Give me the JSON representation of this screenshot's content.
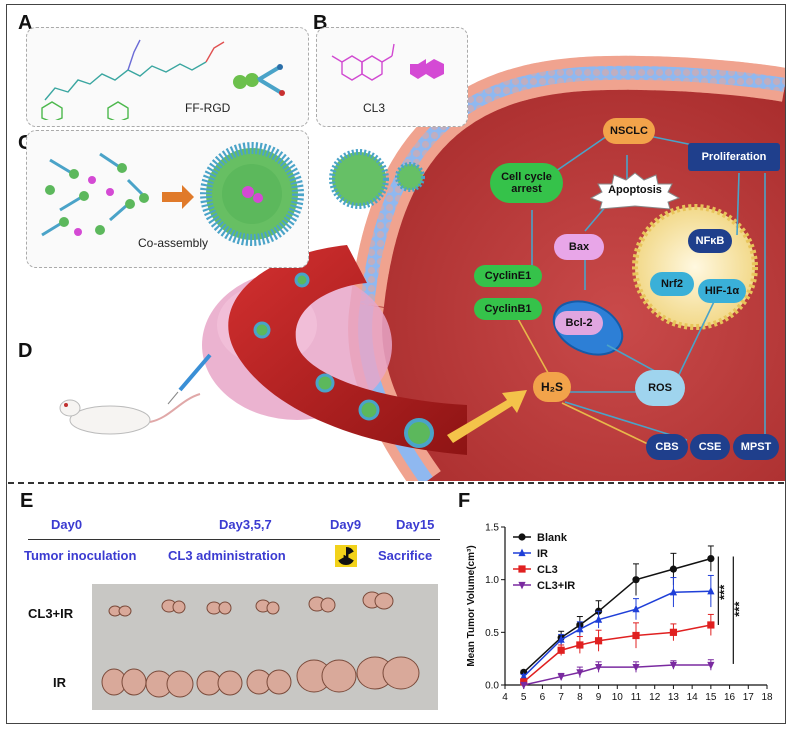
{
  "panels": {
    "A": "A",
    "B": "B",
    "C": "C",
    "D": "D",
    "E": "E",
    "F": "F"
  },
  "panelA": {
    "caption": "FF-RGD"
  },
  "panelB": {
    "caption": "CL3"
  },
  "panelC": {
    "caption": "Co-assembly"
  },
  "pathway": {
    "nsclc": "NSCLC",
    "proliferation": "Proliferation",
    "cell_cycle_arrest": "Cell cycle arrest",
    "apoptosis": "Apoptosis",
    "bax": "Bax",
    "bcl2": "Bcl-2",
    "cyclinE1": "CyclinE1",
    "cyclinB1": "CyclinB1",
    "nfkb": "NFκB",
    "nrf2": "Nrf2",
    "hif1a": "HIF-1α",
    "ros": "ROS",
    "h2s": "H₂S",
    "cbs": "CBS",
    "cse": "CSE",
    "mpst": "MPST"
  },
  "timeline": {
    "day0": "Day0",
    "day357": "Day3,5,7",
    "day9": "Day9",
    "day15": "Day15",
    "tumor_inoculation": "Tumor inoculation",
    "cl3_admin": "CL3 administration",
    "sacrifice": "Sacrifice"
  },
  "photo_rows": {
    "row1": "CL3+IR",
    "row2": "IR"
  },
  "chart_data": {
    "type": "line",
    "ylabel": "Mean Tumor Volume(cm³)",
    "xlabel": "",
    "xlim": [
      4,
      18
    ],
    "ylim": [
      0,
      1.5
    ],
    "xticks": [
      4,
      5,
      6,
      7,
      8,
      9,
      10,
      11,
      12,
      13,
      14,
      15,
      16,
      17,
      18
    ],
    "yticks": [
      0.0,
      0.5,
      1.0,
      1.5
    ],
    "x": [
      5,
      7,
      8,
      9,
      11,
      13,
      15
    ],
    "series": [
      {
        "name": "Blank",
        "color": "#111111",
        "marker": "circle",
        "values": [
          0.12,
          0.45,
          0.57,
          0.7,
          1.0,
          1.1,
          1.2
        ],
        "errors": [
          0.02,
          0.06,
          0.08,
          0.1,
          0.15,
          0.15,
          0.12
        ]
      },
      {
        "name": "IR",
        "color": "#1f3fd8",
        "marker": "triangle-up",
        "values": [
          0.08,
          0.43,
          0.53,
          0.62,
          0.72,
          0.88,
          0.89
        ],
        "errors": [
          0.02,
          0.05,
          0.07,
          0.08,
          0.1,
          0.14,
          0.15
        ]
      },
      {
        "name": "CL3",
        "color": "#e02020",
        "marker": "square",
        "values": [
          0.03,
          0.33,
          0.38,
          0.42,
          0.47,
          0.5,
          0.57
        ],
        "errors": [
          0.02,
          0.05,
          0.08,
          0.1,
          0.12,
          0.08,
          0.1
        ]
      },
      {
        "name": "CL3+IR",
        "color": "#7a2aa0",
        "marker": "triangle-down",
        "values": [
          0.0,
          0.08,
          0.12,
          0.17,
          0.17,
          0.19,
          0.19
        ],
        "errors": [
          0.02,
          0.03,
          0.05,
          0.05,
          0.05,
          0.04,
          0.05
        ]
      }
    ],
    "significance": [
      "***",
      "***"
    ],
    "legend_placement": "top-left"
  }
}
